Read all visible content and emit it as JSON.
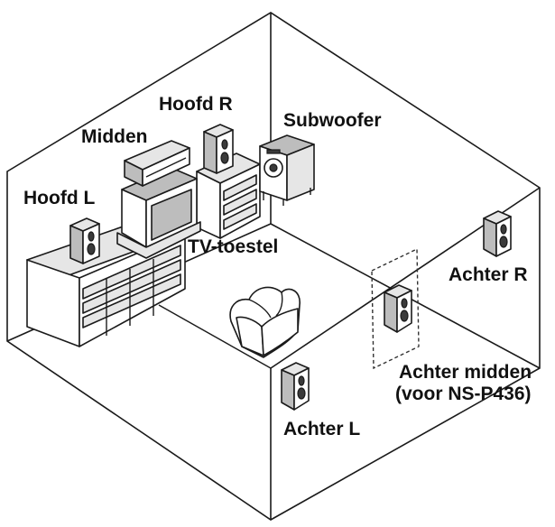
{
  "labels": {
    "main_right": "Hoofd R",
    "center": "Midden",
    "subwoofer": "Subwoofer",
    "main_left": "Hoofd L",
    "tv": "TV-toestel",
    "rear_right": "Achter R",
    "rear_center_line1": "Achter midden",
    "rear_center_line2": "(voor NS-P436)",
    "rear_left": "Achter L"
  }
}
